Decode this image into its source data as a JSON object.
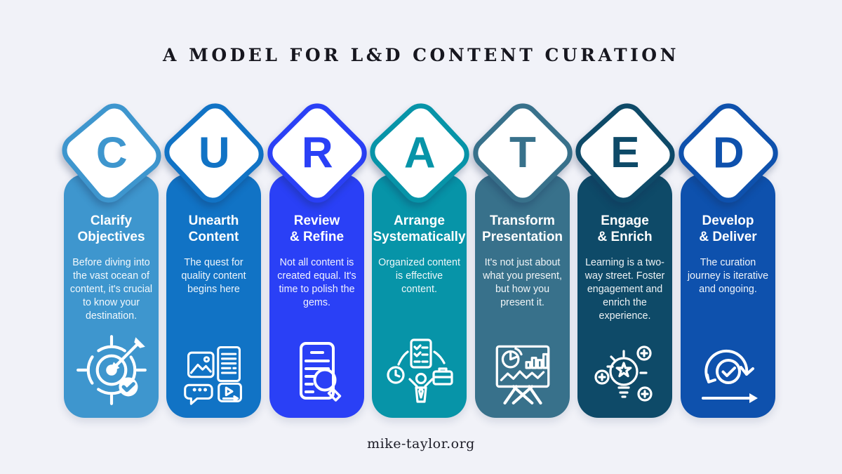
{
  "page": {
    "title": "A MODEL FOR L&D CONTENT CURATION",
    "footer": "mike-taylor.org",
    "background_color": "#F1F2F8",
    "title_color": "#17171f"
  },
  "columns": [
    {
      "letter": "C",
      "title1": "Clarify",
      "title2": "Objectives",
      "description": "Before diving into the vast ocean of content, it's crucial to know your destination.",
      "color": "#3E96CE",
      "icon": "target-arrow-icon"
    },
    {
      "letter": "U",
      "title1": "Unearth",
      "title2": "Content",
      "description": "The quest for quality content begins here",
      "color": "#1173C5",
      "icon": "content-types-icon"
    },
    {
      "letter": "R",
      "title1": "Review",
      "title2": "& Refine",
      "description": "Not all content is created equal. It's time to polish the gems.",
      "color": "#2A40F6",
      "icon": "document-magnifier-icon"
    },
    {
      "letter": "A",
      "title1": "Arrange",
      "title2": "Systematically",
      "description": "Organized content is effective content.",
      "color": "#0794A8",
      "icon": "organize-tasks-icon"
    },
    {
      "letter": "T",
      "title1": "Transform",
      "title2": "Presentation",
      "description": "It's not just about what you present, but how you present it.",
      "color": "#38718B",
      "icon": "presentation-charts-icon"
    },
    {
      "letter": "E",
      "title1": "Engage",
      "title2": "& Enrich",
      "description": "Learning is a two-way street. Foster engagement and enrich the experience.",
      "color": "#0E4A68",
      "icon": "lightbulb-plus-icon"
    },
    {
      "letter": "D",
      "title1": "Develop",
      "title2": "& Deliver",
      "description": "The curation journey is iterative and ongoing.",
      "color": "#0E51AD",
      "icon": "iteration-cycle-icon"
    }
  ]
}
